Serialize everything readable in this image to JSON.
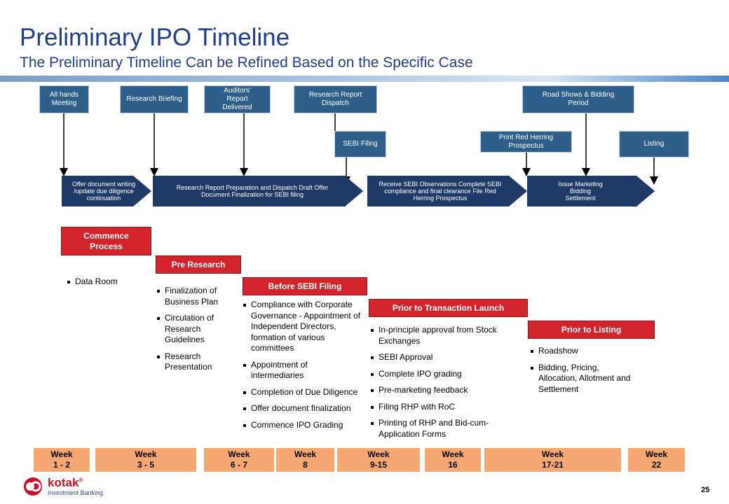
{
  "header": {
    "title": "Preliminary IPO Timeline",
    "subtitle": "The Preliminary Timeline Can be Refined Based on the Specific Case"
  },
  "top_boxes": [
    "All hands Meeting",
    "Research Briefing",
    "Auditors' Report Delivered",
    "Research Report Dispatch",
    "Road Shows & Bidding Period",
    "SEBI Filing",
    "Print Red Herring Prospectus",
    "Listing"
  ],
  "phases": [
    "Offer document writing /update due diligence continuation",
    "Research Report Preparation and Dispatch Draft Offer Document Finalization for SEBI filing",
    "Receive SEBI Observations Complete SEBI compliance and final clearance File Red Herring Prospectus",
    "Issue Marketing Bidding Settlement"
  ],
  "stages": [
    {
      "title": "Commence Process",
      "items": [
        "Data Room"
      ]
    },
    {
      "title": "Pre Research",
      "items": [
        "Finalization of Business Plan",
        "Circulation of Research Guidelines",
        "Research Presentation"
      ]
    },
    {
      "title": "Before SEBI Filing",
      "items": [
        "Compliance with Corporate Governance - Appointment of Independent Directors, formation of various committees",
        "Appointment of intermediaries",
        "Completion of Due Diligence",
        "Offer document finalization",
        "Commence IPO Grading"
      ]
    },
    {
      "title": "Prior to Transaction Launch",
      "items": [
        "In-principle approval from Stock Exchanges",
        "SEBI Approval",
        "Complete IPO grading",
        "Pre-marketing feedback",
        "Filing RHP with RoC",
        "Printing of RHP and Bid-cum-Application Forms"
      ]
    },
    {
      "title": "Prior to Listing",
      "items": [
        "Roadshow",
        "Bidding, Pricing, Allocation, Allotment and Settlement"
      ]
    }
  ],
  "weeks": [
    {
      "label": "Week",
      "range": "1 - 2"
    },
    {
      "label": "Week",
      "range": "3 - 5"
    },
    {
      "label": "Week",
      "range": "6 - 7"
    },
    {
      "label": "Week",
      "range": "8"
    },
    {
      "label": "Week",
      "range": "9-15"
    },
    {
      "label": "Week",
      "range": "16"
    },
    {
      "label": "Week",
      "range": "17-21"
    },
    {
      "label": "Week",
      "range": "22"
    }
  ],
  "footer": {
    "page_number": "25",
    "logo_name": "kotak",
    "logo_mark": "®",
    "logo_subtitle": "Investment Banking"
  },
  "colors": {
    "title": "#1f3e8c",
    "top_box": "#2d5f8a",
    "phase_arrow": "#1f3a66",
    "stage_red": "#d3242b",
    "week_orange": "#f6a872"
  }
}
